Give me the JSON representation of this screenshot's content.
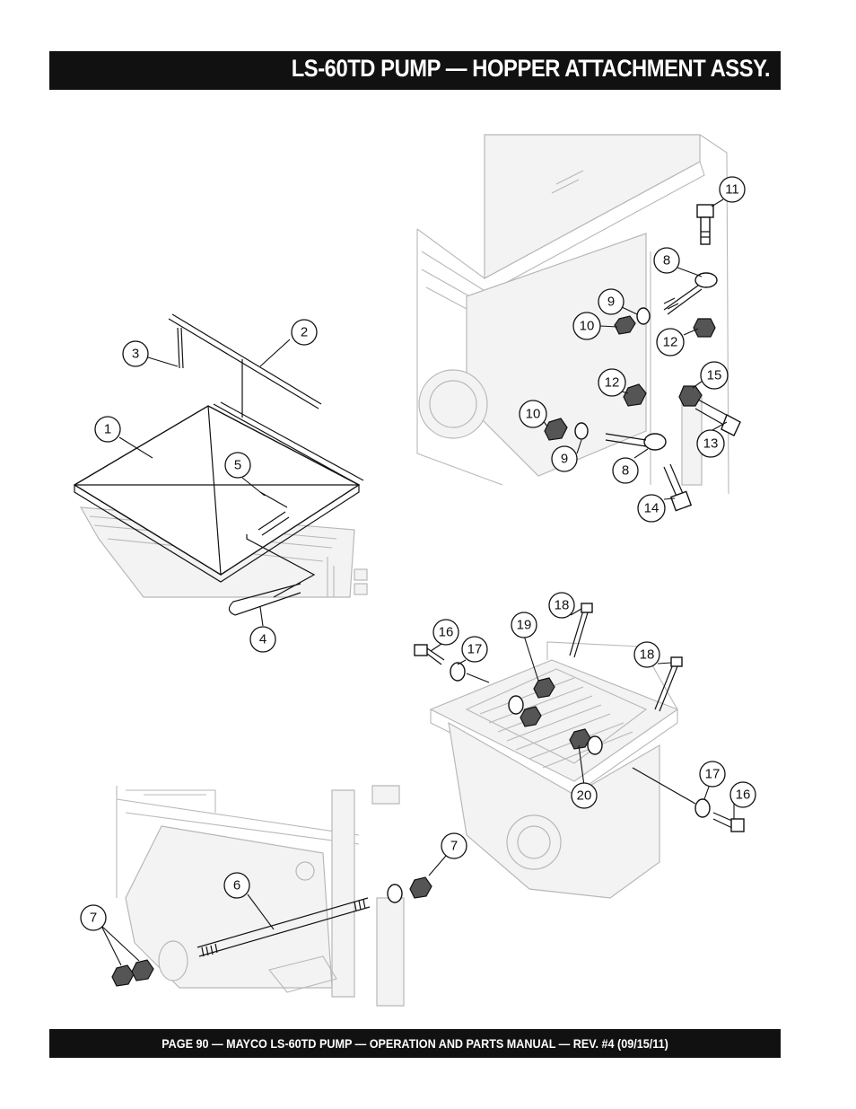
{
  "header": {
    "title": "LS-60TD PUMP — HOPPER ATTACHMENT ASSY."
  },
  "footer": {
    "text": "PAGE 90 — MAYCO LS-60TD PUMP — OPERATION AND PARTS MANUAL — REV. #4 (09/15/11)"
  },
  "callouts": {
    "c1": "1",
    "c2": "2",
    "c3": "3",
    "c4": "4",
    "c5": "5",
    "c6": "6",
    "c7a": "7",
    "c7b": "7",
    "c8a": "8",
    "c8b": "8",
    "c9a": "9",
    "c9b": "9",
    "c10a": "10",
    "c10b": "10",
    "c11": "11",
    "c12a": "12",
    "c12b": "12",
    "c13": "13",
    "c14": "14",
    "c15": "15",
    "c16a": "16",
    "c16b": "16",
    "c17a": "17",
    "c17b": "17",
    "c18a": "18",
    "c18b": "18",
    "c19": "19",
    "c20": "20"
  },
  "colors": {
    "bar_background": "#111111",
    "bar_text": "#ffffff",
    "ghost_line": "#b8b8b8"
  }
}
